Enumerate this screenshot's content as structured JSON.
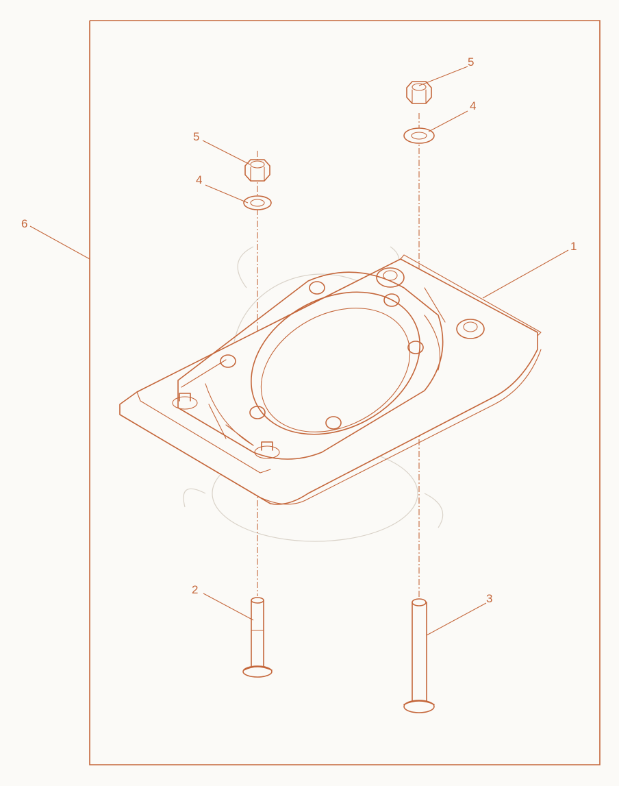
{
  "diagram": {
    "callouts": [
      "1",
      "2",
      "3",
      "4",
      "4",
      "5",
      "5",
      "6"
    ],
    "colors": {
      "line": "#c4663a",
      "background": "#fbfaf7",
      "watermark": "#d9d2c8"
    }
  }
}
